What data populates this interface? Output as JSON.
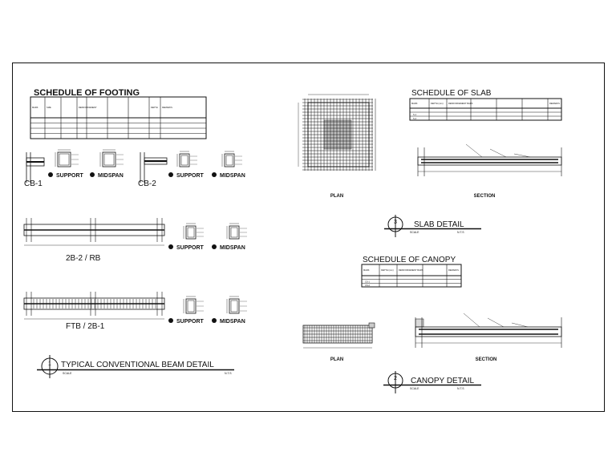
{
  "footing": {
    "title": "SCHEDULE OF FOOTING",
    "headers": [
      "MARK",
      "SIZE",
      "REINFORCEMENT",
      "DEPTH",
      "REMARKS"
    ],
    "rows": 4
  },
  "beams": {
    "support": "SUPPORT",
    "midspan": "MIDSPAN",
    "cb1": "CB-1",
    "cb2": "CB-2",
    "rb": "2B-2 / RB",
    "ftb": "FTB / 2B-1"
  },
  "beam_detail": {
    "number": "1",
    "title": "TYPICAL CONVENTIONAL BEAM DETAIL",
    "scale": "SCALE",
    "nts": "N.T.S"
  },
  "slab": {
    "title": "SCHEDULE OF SLAB",
    "headers": [
      "MARK",
      "DEPTH (mm)",
      "REINFORCEMENT BARS",
      "REMARKS"
    ],
    "rows": [
      "S-1",
      "S-2"
    ],
    "plan": "PLAN",
    "section": "SECTION"
  },
  "slab_detail": {
    "number": "3",
    "title": "SLAB DETAIL",
    "scale": "SCALE",
    "nts": "N.T.S"
  },
  "canopy": {
    "title": "SCHEDULE OF CANOPY",
    "headers": [
      "MARK",
      "DEPTH (mm)",
      "REINFORCEMENT BARS",
      "REMARKS"
    ],
    "rows": [
      "CS-1",
      "CS-2"
    ],
    "plan": "PLAN",
    "section": "SECTION"
  },
  "canopy_detail": {
    "number": "2",
    "title": "CANOPY DETAIL",
    "scale": "SCALE",
    "nts": "N.T.S"
  }
}
